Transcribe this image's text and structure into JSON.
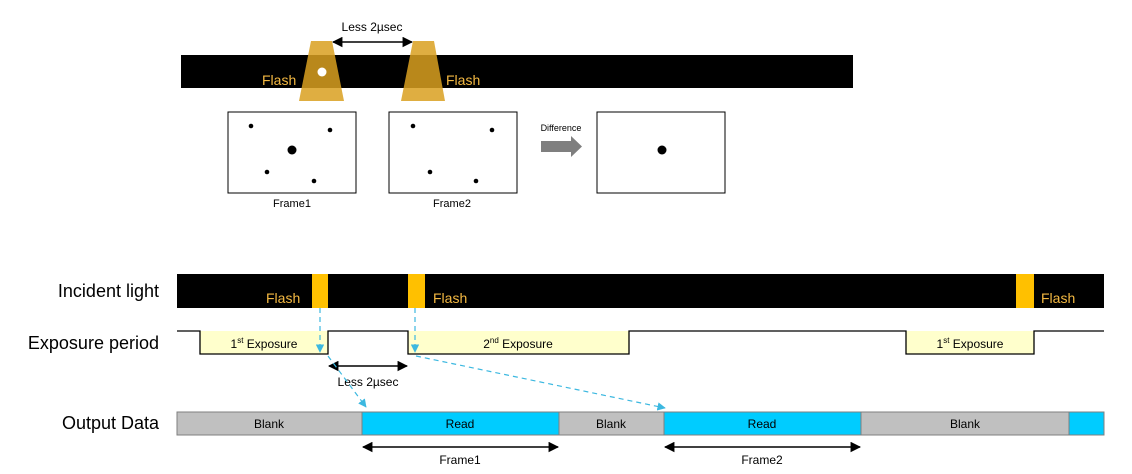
{
  "top": {
    "interval_label": "Less 2µsec",
    "flash_left_label": "Flash",
    "flash_right_label": "Flash",
    "frame1_label": "Frame1",
    "frame2_label": "Frame2",
    "difference_label": "Difference"
  },
  "timing": {
    "rows": {
      "incident": "Incident light",
      "exposure": "Exposure period",
      "output": "Output Data"
    },
    "flash_labels": [
      "Flash",
      "Flash",
      "Flash"
    ],
    "exposures": [
      {
        "prefix": "1",
        "sup": "st",
        "suffix": " Exposure"
      },
      {
        "prefix": "2",
        "sup": "nd",
        "suffix": " Exposure"
      },
      {
        "prefix": "1",
        "sup": "st",
        "suffix": " Exposure"
      }
    ],
    "interval_label": "Less 2µsec",
    "output_blocks": [
      "Blank",
      "Read",
      "Blank",
      "Read",
      "Blank"
    ],
    "frame_labels": [
      "Frame1",
      "Frame2"
    ]
  },
  "colors": {
    "flash": "#FFC000",
    "flash_text": "#F4B942",
    "exposure_fill": "#FFFFCC",
    "blank_fill": "#C0C0C0",
    "read_fill": "#00CCFF",
    "guide_line": "#3CB8E0",
    "arrow_gray": "#7F7F7F"
  }
}
